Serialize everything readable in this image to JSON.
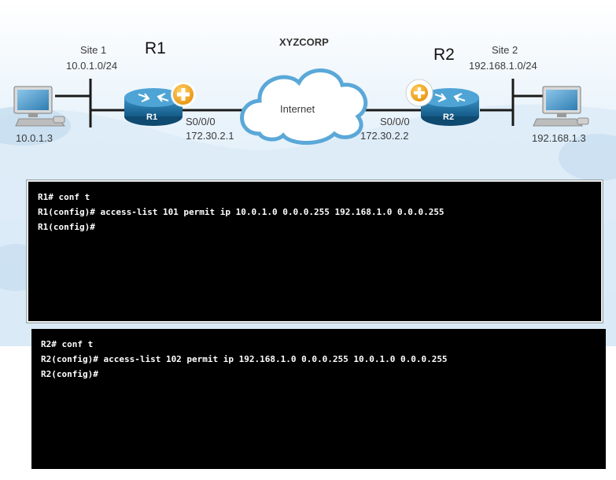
{
  "diagram": {
    "company": "XYZCORP",
    "cloud_label": "Internet",
    "r1": {
      "name": "R1",
      "badge": "R1",
      "site": "Site 1",
      "subnet": "10.0.1.0/24",
      "host_ip": "10.0.1.3",
      "interface": "S0/0/0",
      "interface_ip": "172.30.2.1"
    },
    "r2": {
      "name": "R2",
      "badge": "R2",
      "site": "Site 2",
      "subnet": "192.168.1.0/24",
      "host_ip": "192.168.1.3",
      "interface": "S0/0/0",
      "interface_ip": "172.30.2.2"
    },
    "icons": [
      "pc-icon",
      "router-icon",
      "plus-badge-icon",
      "cloud-icon"
    ],
    "colors": {
      "router": "#1c6fa0",
      "badge": "#f3a91b",
      "link": "#1a1a1a",
      "cloud_outline": "#5aa8d8"
    }
  },
  "terminals": {
    "r1": [
      "R1# conf t",
      "R1(config)# access-list 101 permit ip 10.0.1.0 0.0.0.255 192.168.1.0 0.0.0.255",
      "R1(config)#"
    ],
    "r2": [
      "R2# conf t",
      "R2(config)# access-list 102 permit ip 192.168.1.0 0.0.0.255 10.0.1.0 0.0.0.255",
      "R2(config)#"
    ]
  }
}
